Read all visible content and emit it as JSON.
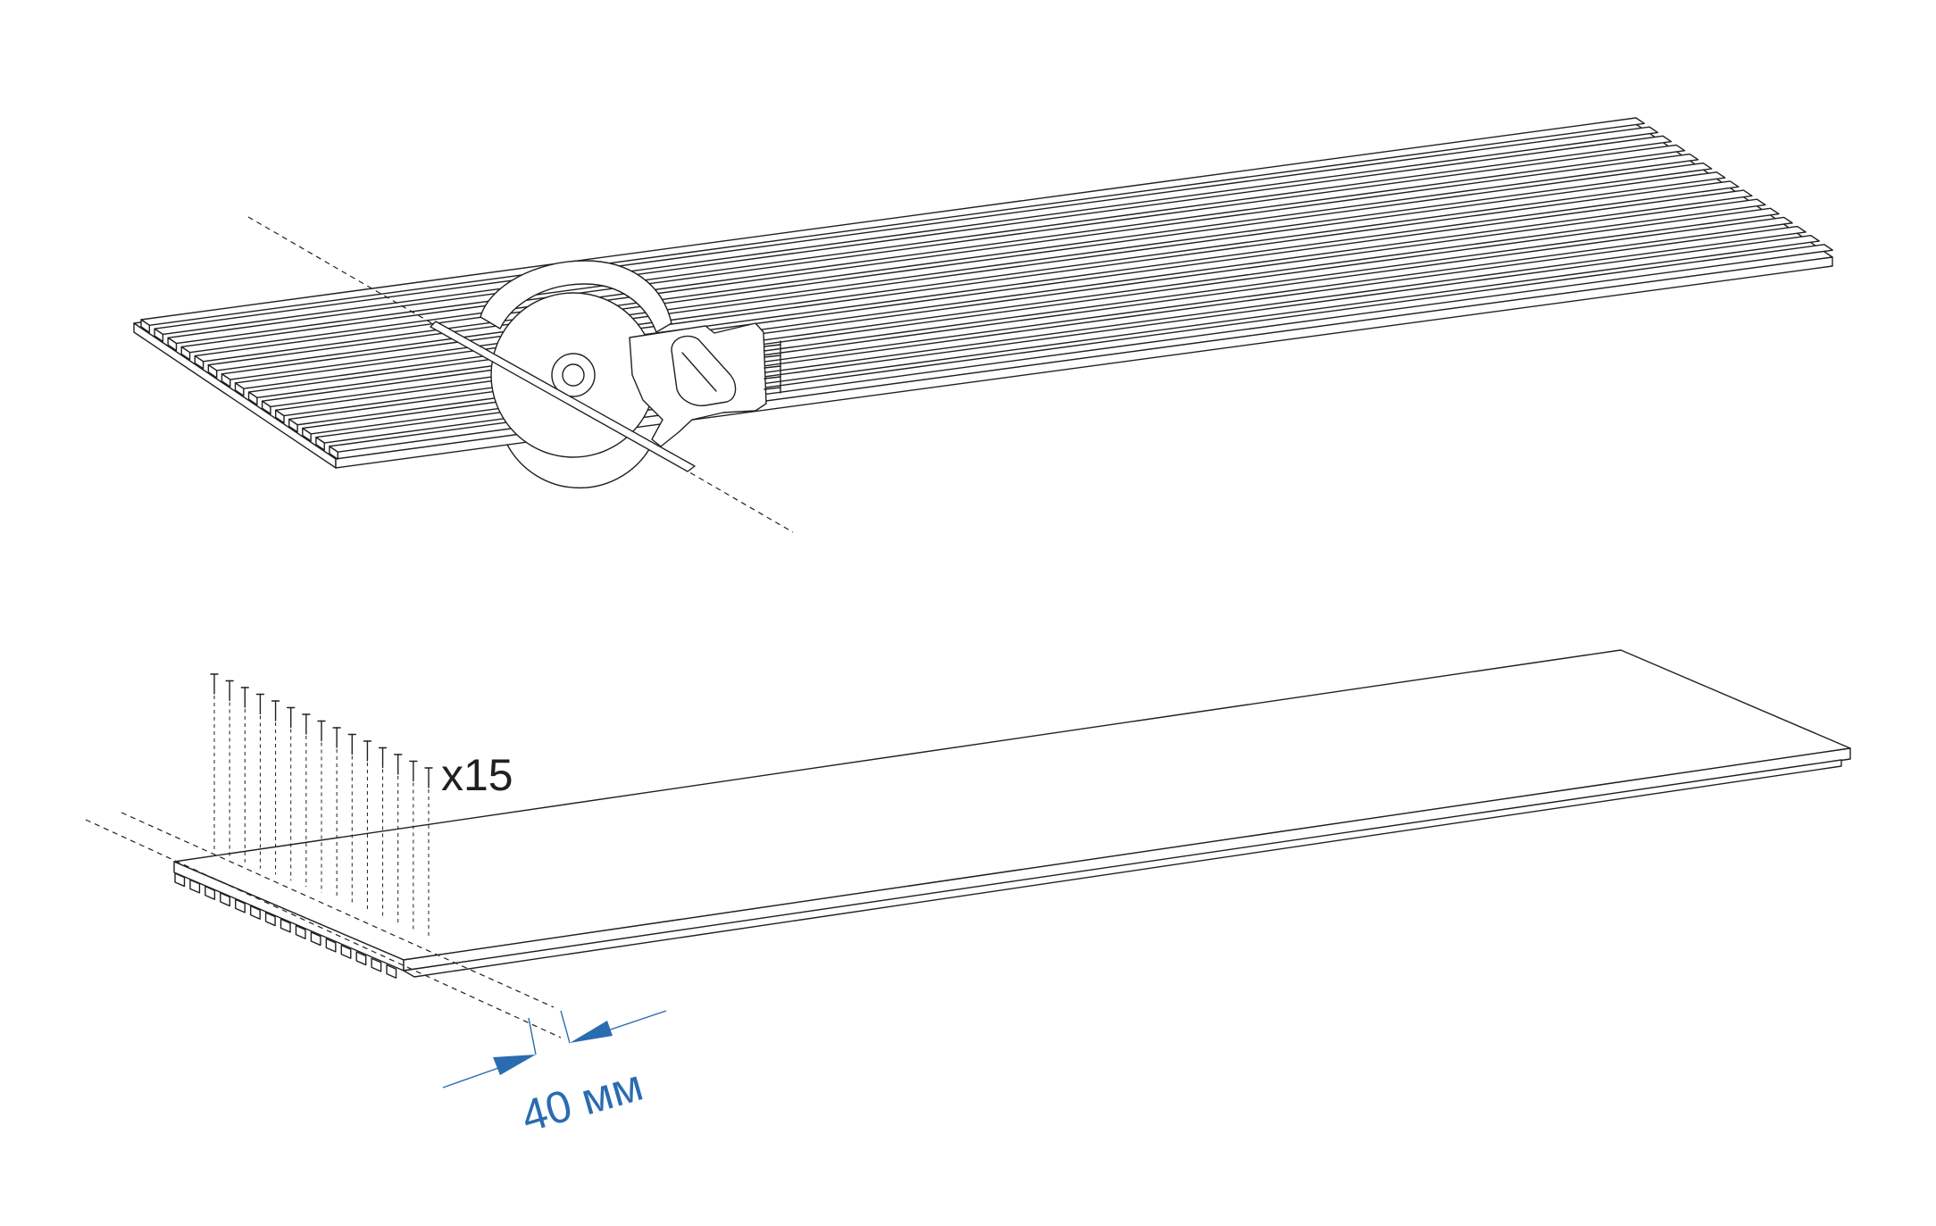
{
  "step_cut": {
    "tool": "circular-saw"
  },
  "step_nail": {
    "nail_count_label": "x15",
    "nail_count": 15
  },
  "dimension": {
    "label": "40 мм",
    "color": "#2a6cb0"
  },
  "colors": {
    "line": "#231f20",
    "accent": "#2a6cb0",
    "background": "#ffffff"
  }
}
